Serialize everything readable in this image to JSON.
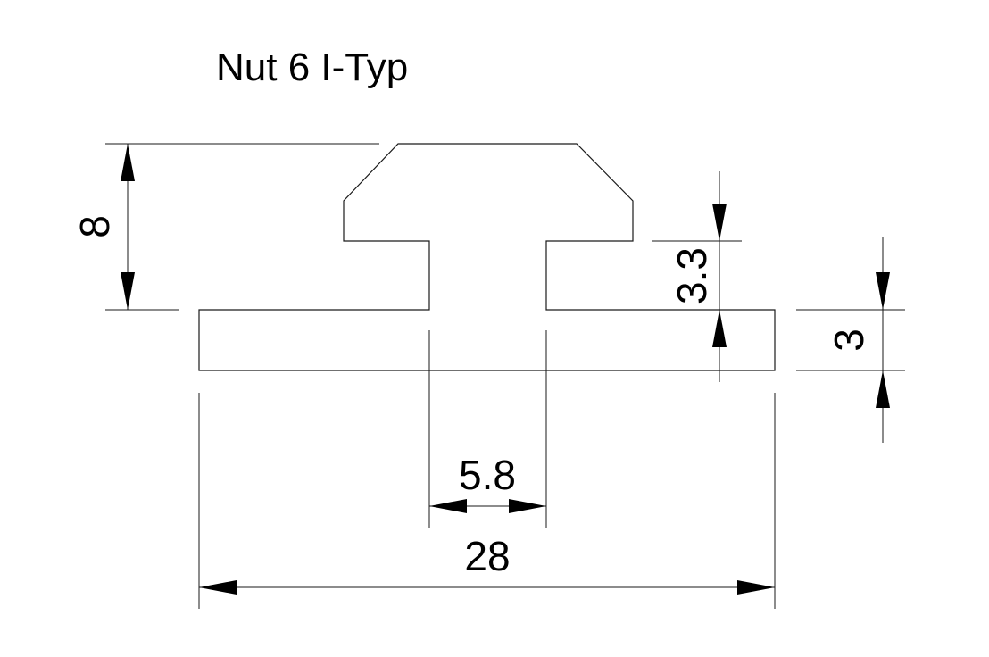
{
  "title": "Nut 6 I-Typ",
  "dimensions": {
    "height_total": "8",
    "neck_height": "3.3",
    "base_height": "3",
    "slot_width": "5.8",
    "total_width": "28"
  },
  "colors": {
    "line": "#1a1a1a",
    "text": "#000000",
    "background": "#ffffff"
  }
}
